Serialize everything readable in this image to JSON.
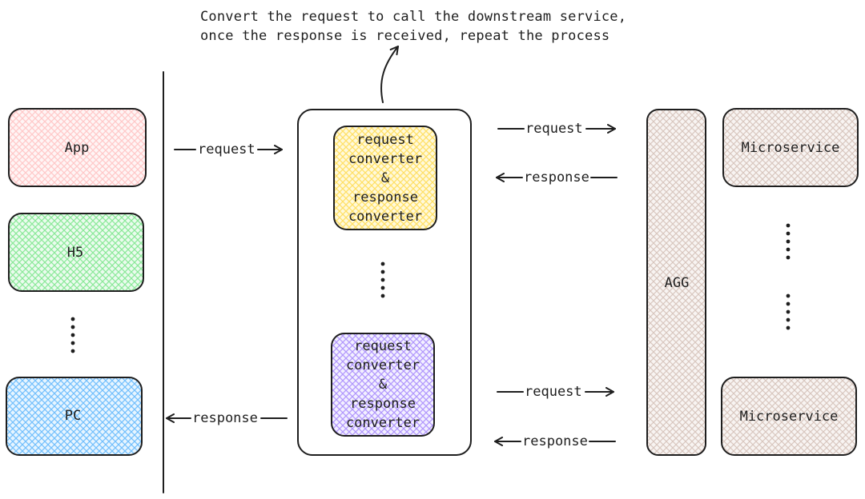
{
  "annotation": {
    "line1": "Convert the request to call the downstream service,",
    "line2": "once the response is received, repeat the process"
  },
  "clients": {
    "app": "App",
    "h5": "H5",
    "pc": "PC"
  },
  "converter_top": {
    "line1": "request",
    "line2": "converter",
    "line3": "&",
    "line4": "response",
    "line5": "converter"
  },
  "converter_bottom": {
    "line1": "request",
    "line2": "converter",
    "line3": "&",
    "line4": "response",
    "line5": "converter"
  },
  "aggregator": "AGG",
  "microservices": {
    "top": "Microservice",
    "bottom": "Microservice"
  },
  "arrows": {
    "client_request": "request",
    "client_response": "response",
    "downstream_request_top": "request",
    "downstream_response_top": "response",
    "downstream_request_bottom": "request",
    "downstream_response_bottom": "response"
  },
  "colors": {
    "app_fill": "#ffc9c9",
    "h5_fill": "#b2f2bb",
    "pc_fill": "#a5d8ff",
    "converter_top_fill": "#ffec99",
    "converter_bottom_fill": "#d0bfff",
    "neutral_fill": "#eaddd7",
    "ink": "#1e1e1e"
  }
}
